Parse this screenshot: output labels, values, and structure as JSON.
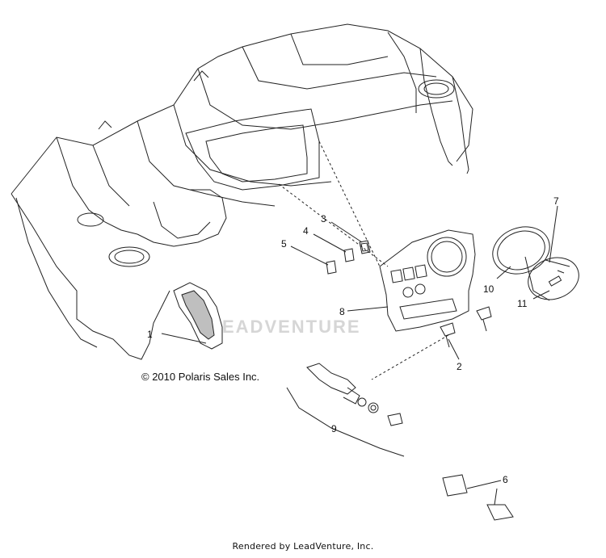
{
  "copyright": "© 2010 Polaris Sales Inc.",
  "footer": "Rendered by LeadVenture, Inc.",
  "watermark": "EADVENTURE",
  "callouts": {
    "c1": "1",
    "c2": "2",
    "c3": "3",
    "c4": "4",
    "c5": "5",
    "c6": "6",
    "c7": "7",
    "c8": "8",
    "c9": "9",
    "c10": "10",
    "c11": "11"
  },
  "colors": {
    "line": "#222222",
    "shade": "#bfbfbf",
    "watermark": "#cfcfcf"
  }
}
